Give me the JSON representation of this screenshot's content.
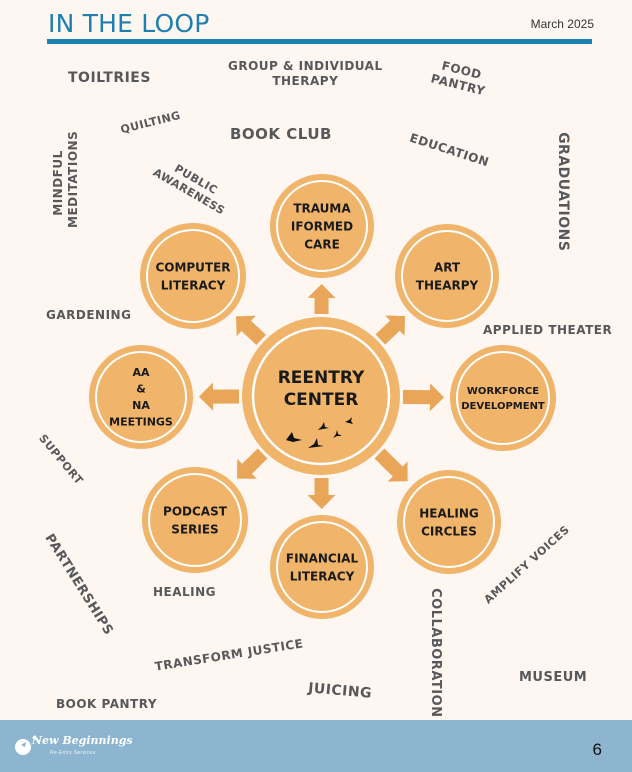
{
  "header": {
    "title": "IN THE LOOP",
    "date": "March 2025",
    "accent_color": "#1f7faf"
  },
  "diagram": {
    "center": {
      "label_lines": [
        "REENTRY",
        "CENTER"
      ],
      "icon": "flying-birds-icon"
    },
    "nodes": [
      {
        "id": "trauma",
        "lines": [
          "TRAUMA",
          "IFORMED",
          "CARE"
        ]
      },
      {
        "id": "art",
        "lines": [
          "ART",
          "THEARPY"
        ]
      },
      {
        "id": "workforce",
        "lines": [
          "WORKFORCE",
          "DEVELOPMENT"
        ]
      },
      {
        "id": "healing-circles",
        "lines": [
          "HEALING",
          "CIRCLES"
        ]
      },
      {
        "id": "financial",
        "lines": [
          "FINANCIAL",
          "LITERACY"
        ]
      },
      {
        "id": "podcast",
        "lines": [
          "PODCAST",
          "SERIES"
        ]
      },
      {
        "id": "aa-na",
        "lines": [
          "AA",
          "&",
          "NA",
          "MEETINGS"
        ]
      },
      {
        "id": "computer",
        "lines": [
          "COMPUTER",
          "LITERACY"
        ]
      }
    ],
    "colors": {
      "circle": "#f0b46b",
      "arrow": "#e9a558",
      "ring": "#ffffff"
    }
  },
  "words": {
    "toiltries": "TOILTRIES",
    "group_therapy_1": "GROUP & INDIVIDUAL",
    "group_therapy_2": "THERAPY",
    "food_pantry_1": "FOOD",
    "food_pantry_2": "PANTRY",
    "quilting": "QUILTING",
    "book_club": "BOOK CLUB",
    "education": "EDUCATION",
    "graduations": "GRADUATIONS",
    "mindful_1": "MINDFUL",
    "mindful_2": "MEDITATIONS",
    "public_1": "PUBLIC",
    "public_2": "AWARENESS",
    "gardening": "GARDENING",
    "applied_theater": "APPLIED THEATER",
    "support": "SUPPORT",
    "partnerships": "PARTNERSHIPS",
    "healing": "HEALING",
    "amplify_voices": "AMPLIFY VOICES",
    "collaboration": "COLLABORATION",
    "transform_justice": "TRANSFORM JUSTICE",
    "juicing": "JUICING",
    "museum": "MUSEUM",
    "book_pantry": "BOOK PANTRY"
  },
  "footer": {
    "logo_text": "New Beginnings",
    "logo_subtext": "Re-Entry Services",
    "page_number": "6"
  }
}
